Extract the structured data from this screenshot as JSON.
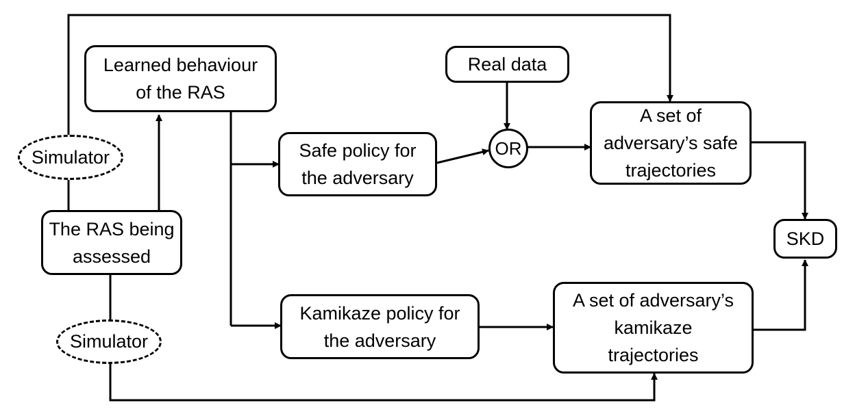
{
  "nodes": {
    "learned_behaviour": "Learned behaviour\nof the RAS",
    "real_data": "Real data",
    "safe_policy": "Safe policy for\nthe adversary",
    "or_gate": "OR",
    "safe_trajectories": "A set of\nadversary’s safe\ntrajectories",
    "simulator_top": "Simulator",
    "ras_assessed": "The RAS being\nassessed",
    "skd": "SKD",
    "simulator_bottom": "Simulator",
    "kamikaze_policy": "Kamikaze policy for\nthe adversary",
    "kamikaze_trajectories": "A set of adversary’s\nkamikaze\ntrajectories"
  }
}
